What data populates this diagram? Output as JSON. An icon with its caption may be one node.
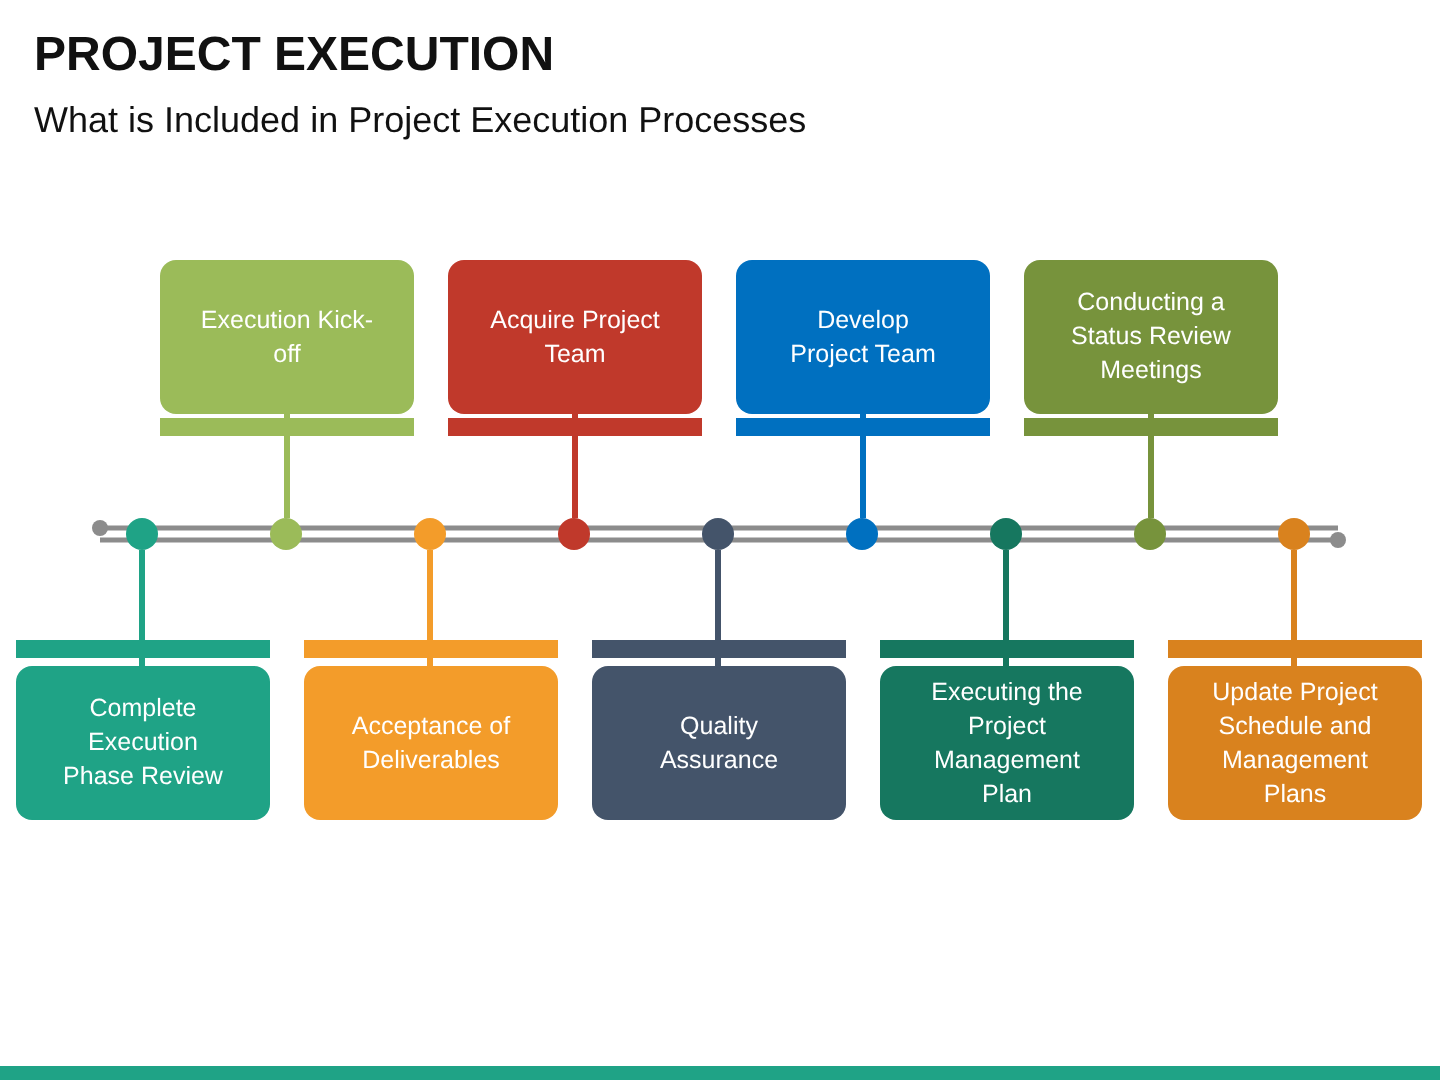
{
  "diagram": {
    "title": "PROJECT EXECUTION",
    "nodes": [
      {
        "text": [
          "Complete Execution Phase Review"
        ]
      },
      {
        "text": [
          "Execution Kick-off"
        ]
      },
      {
        "text": [
          "Acceptance of Deliverables"
        ]
      },
      {
        "text": [
          "Acquire Project Team"
        ]
      },
      {
        "text": [
          "Quality Assurance"
        ]
      },
      {
        "text": [
          "Develop Project Team"
        ]
      },
      {
        "text": [
          "Executing the Project Management Plan"
        ]
      },
      {
        "text": [
          "Conducting a Status Review Meetings"
        ]
      },
      {
        "text": [
          "Update Project Schedule and Management Plans"
        ]
      },
      {
        "text": [],
        "shape": "circle"
      },
      {
        "text": [],
        "shape": "circle"
      },
      {
        "text": [],
        "shape": "circle"
      },
      {
        "text": [],
        "shape": "circle"
      },
      {
        "text": [],
        "shape": "circle"
      },
      {
        "text": [],
        "shape": "circle"
      },
      {
        "text": [],
        "shape": "circle"
      },
      {
        "text": [],
        "shape": "circle"
      },
      {
        "text": [],
        "shape": "circle"
      }
    ],
    "edges": [
      {
        "from": 9,
        "to": 0,
        "arrow": "none",
        "color": "#1fa386"
      },
      {
        "from": 1,
        "to": 10,
        "arrow": "none",
        "color": "#9bbb59"
      },
      {
        "from": 11,
        "to": 2,
        "arrow": "none",
        "color": "#f39c2a"
      },
      {
        "from": 3,
        "to": 12,
        "arrow": "none",
        "color": "#c0392b"
      },
      {
        "from": 13,
        "to": 4,
        "arrow": "none",
        "color": "#44546a"
      },
      {
        "from": 5,
        "to": 14,
        "arrow": "none",
        "color": "#0070c0"
      },
      {
        "from": 15,
        "to": 6,
        "arrow": "none",
        "color": "#16775f"
      },
      {
        "from": 7,
        "to": 16,
        "arrow": "none",
        "color": "#77933c"
      },
      {
        "from": 17,
        "to": 8,
        "arrow": "none",
        "color": "#d9821e"
      }
    ],
    "labels": [
      "What is Included in Project Execution Processes"
    ]
  }
}
